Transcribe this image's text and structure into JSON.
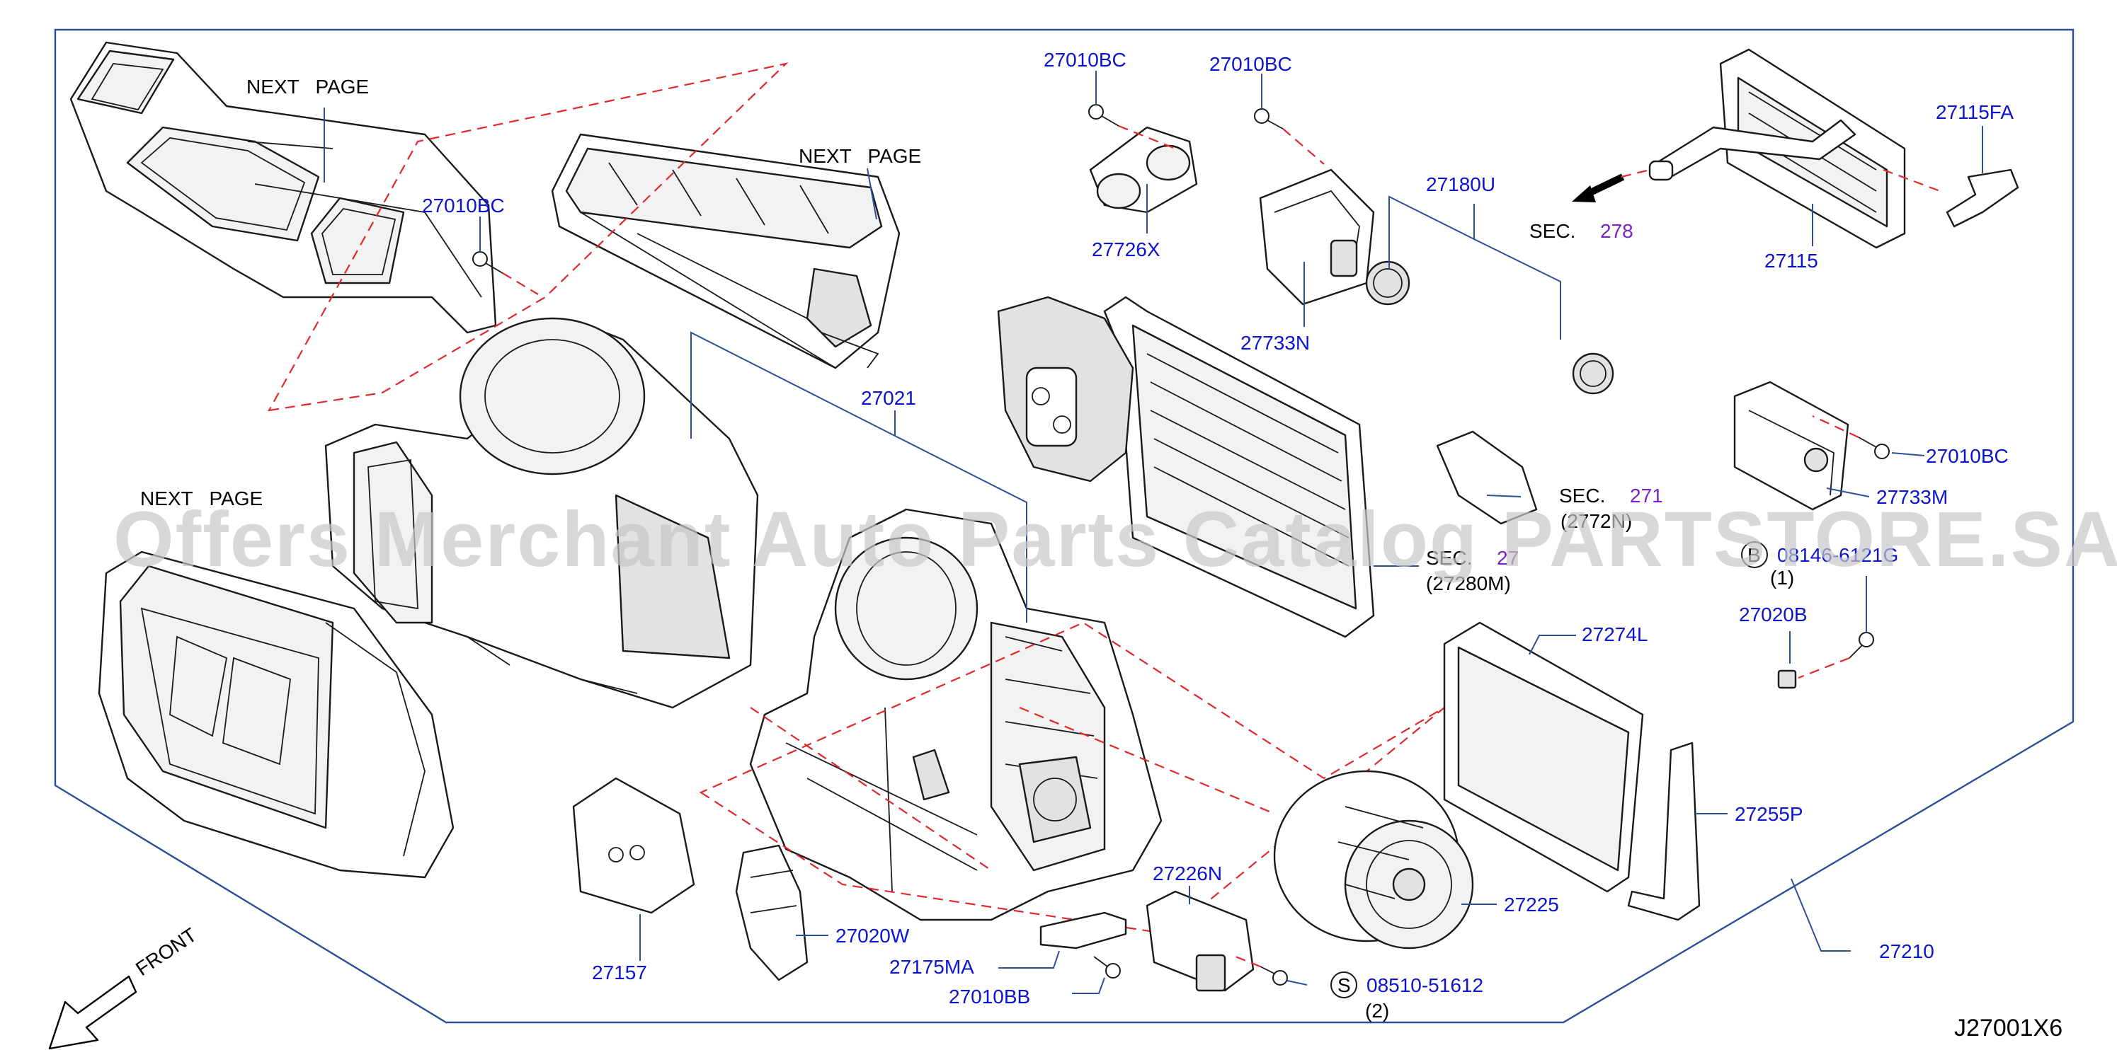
{
  "watermark": "Offers Merchant Auto Parts Catalog PARTSTORE.SA",
  "diagram_code": "J27001X6",
  "front_label": "FRONT",
  "notes": {
    "next_page": "NEXT   PAGE"
  },
  "part_labels": {
    "p27010BC_a": "27010BC",
    "p27010BC_b": "27010BC",
    "p27010BC_c": "27010BC",
    "p27010BC_d": "27010BC",
    "p27726X": "27726X",
    "p27733N": "27733N",
    "p27180U": "27180U",
    "p27115": "27115",
    "p27115FA": "27115FA",
    "p27021": "27021",
    "p27733M": "27733M",
    "p27020B": "27020B",
    "p27274L": "27274L",
    "p27255P": "27255P",
    "p27225": "27225",
    "p27210": "27210",
    "p27226N": "27226N",
    "p27020W": "27020W",
    "p27175MA": "27175MA",
    "p27010BB": "27010BB",
    "p27157": "27157",
    "p08510": "08510-51612",
    "p08146": "08146-6121G"
  },
  "quantities": {
    "q08510": "(2)",
    "q08146": "(1)"
  },
  "badges": {
    "b08510": "S",
    "b08146": "B"
  },
  "section_refs": {
    "sec278_prefix": "SEC.",
    "sec278_num": "278",
    "sec271_prefix": "SEC.",
    "sec271_num": "271",
    "sec271_sub": "(2772N)",
    "sec27_prefix": "SEC.",
    "sec27_num": "27",
    "sec27_sub": "(27280M)"
  }
}
